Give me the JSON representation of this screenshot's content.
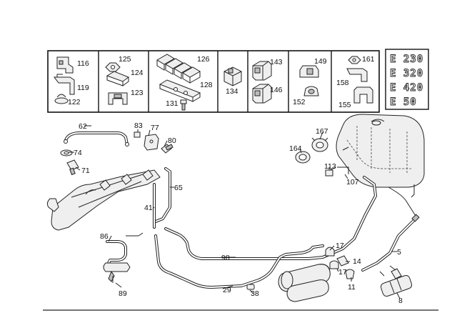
{
  "parts_box": {
    "labels": [
      "116",
      "119",
      "122",
      "125",
      "124",
      "123",
      "126",
      "128",
      "131",
      "134",
      "143",
      "146",
      "149",
      "152",
      "161",
      "158",
      "155"
    ]
  },
  "variants": [
    "E 230",
    "E 320",
    "E 420",
    "E 50"
  ],
  "callouts": [
    "62",
    "83",
    "77",
    "80",
    "74",
    "71",
    "167",
    "164",
    "113",
    "107",
    "65",
    "41",
    "86",
    "89",
    "98",
    "29",
    "38",
    "17",
    "14",
    "17",
    "11",
    "5",
    "8"
  ]
}
